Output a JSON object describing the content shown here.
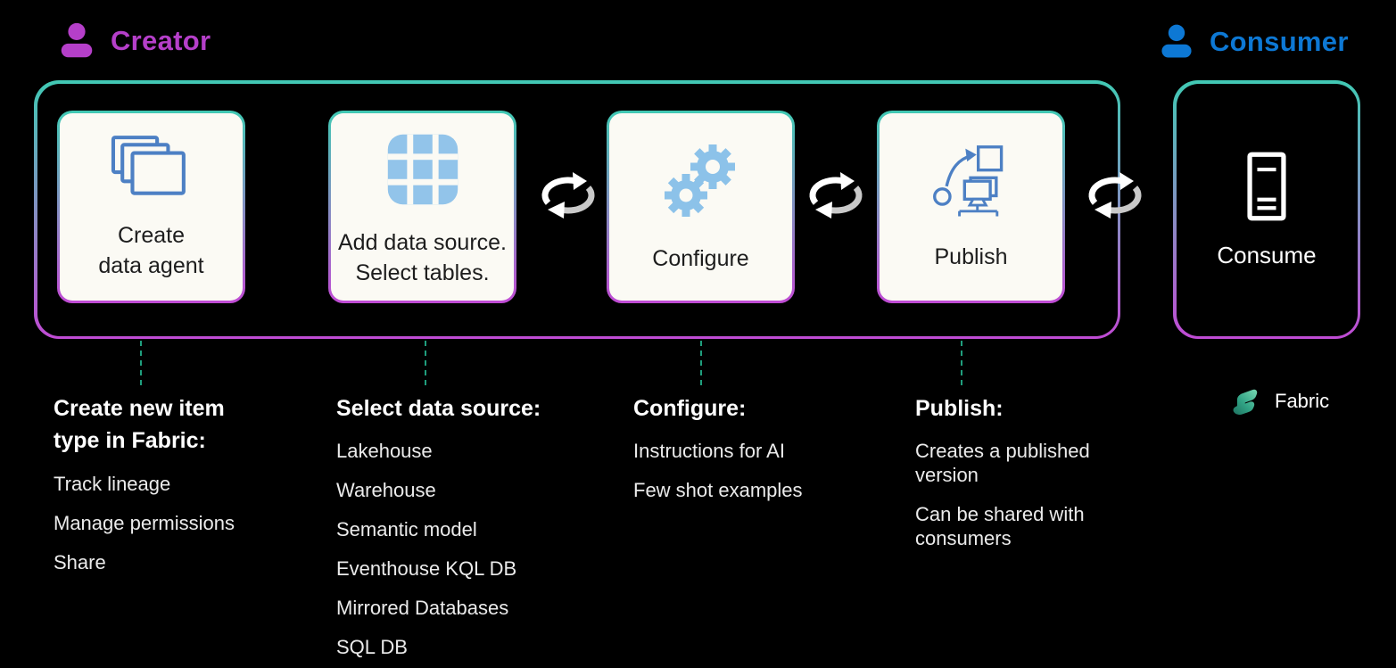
{
  "canvas": {
    "background": "#000000"
  },
  "personas": {
    "creator": {
      "label": "Creator",
      "color": "#b53fc9",
      "icon": "person-icon"
    },
    "consumer": {
      "label": "Consumer",
      "color": "#0d78d4",
      "icon": "person-icon"
    }
  },
  "pipeline": {
    "steps": [
      {
        "label": "Create\ndata agent",
        "icon": "stacked-pages-icon"
      },
      {
        "label": "Add data source.\nSelect tables.",
        "icon": "table-grid-icon"
      },
      {
        "label": "Configure",
        "icon": "gears-icon"
      },
      {
        "label": "Publish",
        "icon": "publish-deploy-icon"
      }
    ],
    "connector_icon": "sync-arrows-icon"
  },
  "consume": {
    "label": "Consume",
    "icon": "device-panel-icon"
  },
  "annotations": [
    {
      "heading": "Create new item\ntype in Fabric:",
      "items": [
        "Track lineage",
        "Manage permissions",
        "Share"
      ]
    },
    {
      "heading": "Select data source:",
      "items": [
        "Lakehouse",
        "Warehouse",
        "Semantic model",
        "Eventhouse KQL DB",
        "Mirrored Databases",
        "SQL DB"
      ]
    },
    {
      "heading": "Configure:",
      "items": [
        "Instructions for AI",
        "Few shot examples"
      ]
    },
    {
      "heading": "Publish:",
      "items": [
        "Creates a published\nversion",
        "Can be shared with\nconsumers"
      ]
    }
  ],
  "brand": {
    "label": "Fabric",
    "icon": "fabric-logo-icon"
  },
  "colors": {
    "frame_gradient_top": "#41c9b4",
    "frame_gradient_bottom": "#c04bd4",
    "card_background": "#fbfaf4",
    "icon_blue_stroke": "#4d80c4",
    "icon_blue_fill": "#92c4ea",
    "dashed_connector": "#1f9e7d",
    "sync_gray": "#c9c9c9"
  }
}
